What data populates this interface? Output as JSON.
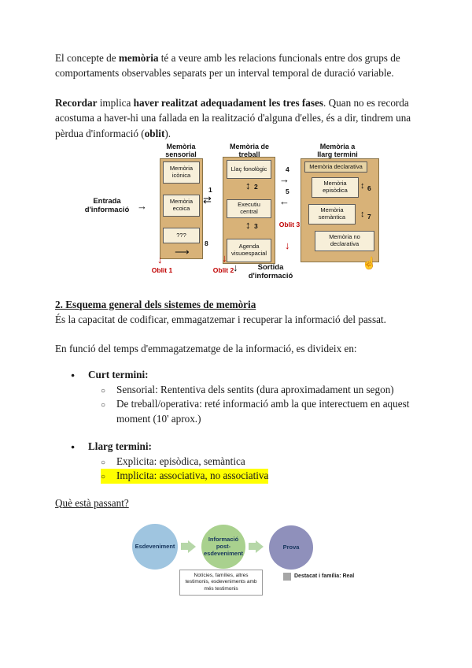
{
  "colors": {
    "tan": "#d8b278",
    "tan-light": "#e7d3a4",
    "cream": "#f7efd9",
    "red": "#c00000",
    "highlight": "#ffff00",
    "circle-blue": "#9fc5e0",
    "circle-green": "#a9d18e",
    "circle-purple": "#8f90bb",
    "arrow-green": "#b6d7a8",
    "legend-gray": "#a6a6a6"
  },
  "icons": {
    "right": "→",
    "left": "←",
    "bidir": "⇄",
    "vert": "↕",
    "down": "↓",
    "long_right": "⟶",
    "hand": "☝"
  },
  "intro": {
    "p1": [
      "El concepte de ",
      "memòria",
      " té a veure amb les relacions funcionals entre dos grups de comportaments observables separats per un interval temporal de duració variable."
    ],
    "p2": [
      "Recordar",
      " implica ",
      "haver realitzat adequadament les tres fases",
      ". Quan no es recorda acostuma a haver-hi una fallada en la realització d'alguna d'elles, és a dir, tindrem una pèrdua d'informació (",
      "oblit",
      ")."
    ]
  },
  "diagram": {
    "col1": {
      "header": "Memòria sensorial",
      "boxes": [
        "Memòria icònica",
        "Memòria ecoica",
        "???"
      ]
    },
    "col2": {
      "header": "Memòria de treball",
      "boxes": [
        "Llaç fonològic",
        "Executiu central",
        "Agenda visuoespacial"
      ]
    },
    "col3": {
      "header": "Memòria a llarg termini",
      "declarativa": "Memòria declarativa",
      "episodica": "Memòria episòdica",
      "semantica": "Memòria semàntica",
      "no_declarativa": "Memòria no declarativa"
    },
    "entrada": "Entrada d'informació",
    "sortida": "Sortida d'informació",
    "oblit1": "Oblit 1",
    "oblit2": "Oblit 2",
    "oblit3": "Oblit 3",
    "numbers": [
      "1",
      "2",
      "3",
      "4",
      "5",
      "6",
      "7",
      "8"
    ]
  },
  "section2": {
    "heading": "2. Esquema general dels sistemes de memòria",
    "desc": "És la capacitat de codificar, emmagatzemar i recuperar la informació del passat.",
    "lead": "En funció del temps d'emmagatzematge de la informació, es divideix en:",
    "bullets": [
      {
        "label": "Curt termini:",
        "subs": [
          "Sensorial: Rententiva dels sentits (dura aproximadament un segon)",
          "De treball/operativa: reté informació amb la que interectuem en aquest moment (10' aprox.)"
        ]
      },
      {
        "label": "Llarg termini:",
        "subs": [
          "Explicita: episòdica, semàntica",
          "Implicita: associativa, no associativa"
        ]
      }
    ]
  },
  "question": "Què està passant?",
  "flow": {
    "circle1": "Esdeveniment",
    "circle2": "Informació post-esdeveniment",
    "circle3": "Prova",
    "note": "Notícies, famílies, altres testimonis, esdeveniments amb més testimonis",
    "legend": "Destacat i família: Real"
  }
}
